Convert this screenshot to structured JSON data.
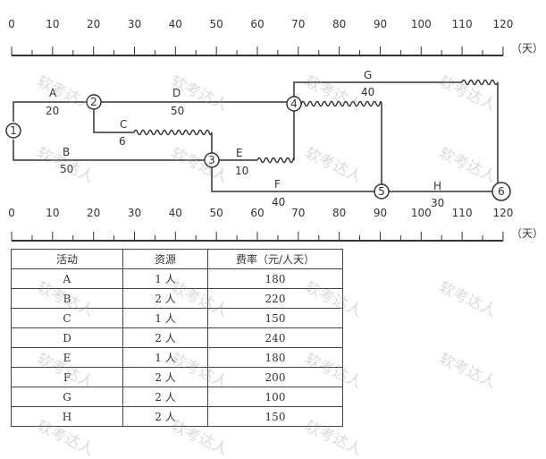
{
  "ruler": {
    "ticks": [
      "0",
      "10",
      "20",
      "30",
      "40",
      "50",
      "60",
      "70",
      "80",
      "90",
      "100",
      "110",
      "120"
    ],
    "unit": "（天）"
  },
  "nodes": [
    "1",
    "2",
    "3",
    "4",
    "5",
    "6"
  ],
  "activities": [
    {
      "name": "A",
      "duration": "20"
    },
    {
      "name": "B",
      "duration": "50"
    },
    {
      "name": "C",
      "duration": "6"
    },
    {
      "name": "D",
      "duration": "50"
    },
    {
      "name": "E",
      "duration": "10"
    },
    {
      "name": "F",
      "duration": "40"
    },
    {
      "name": "G",
      "duration": "40"
    },
    {
      "name": "H",
      "duration": "30"
    }
  ],
  "table": {
    "headers": [
      "活动",
      "资源",
      "费率（元/人天）"
    ],
    "rows": [
      [
        "A",
        "1 人",
        "180"
      ],
      [
        "B",
        "2 人",
        "220"
      ],
      [
        "C",
        "1 人",
        "150"
      ],
      [
        "D",
        "2 人",
        "240"
      ],
      [
        "E",
        "1 人",
        "180"
      ],
      [
        "F",
        "2 人",
        "200"
      ],
      [
        "G",
        "2 人",
        "100"
      ],
      [
        "H",
        "2 人",
        "150"
      ]
    ]
  },
  "watermark": "软考达人"
}
